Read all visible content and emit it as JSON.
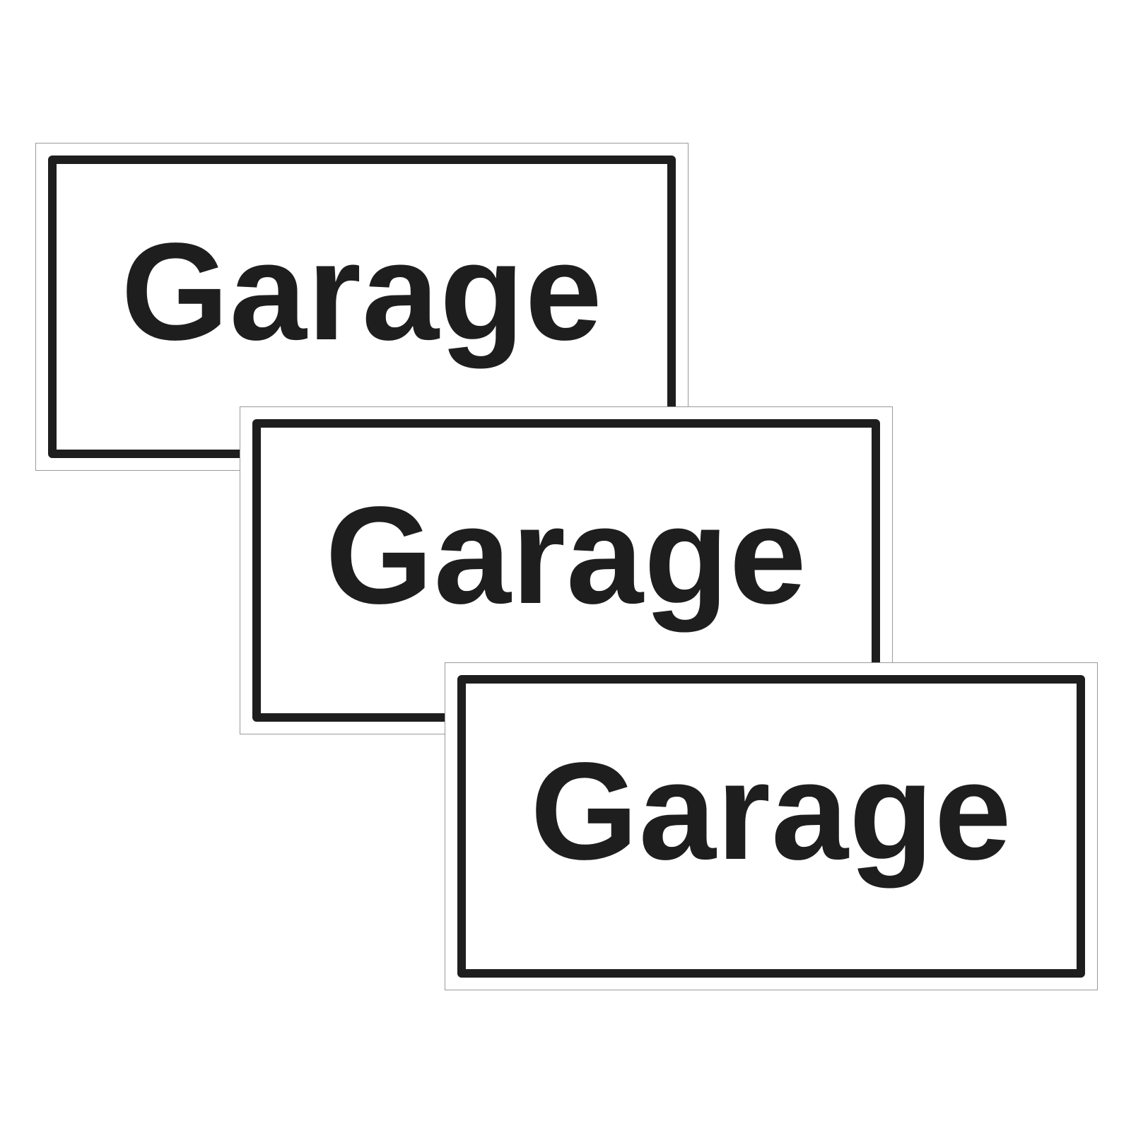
{
  "signs": [
    {
      "label": "Garage"
    },
    {
      "label": "Garage"
    },
    {
      "label": "Garage"
    }
  ],
  "colors": {
    "background": "#ffffff",
    "frame": "#1e1e1e",
    "text": "#1e1e1e",
    "outline": "#9a9a9a"
  }
}
